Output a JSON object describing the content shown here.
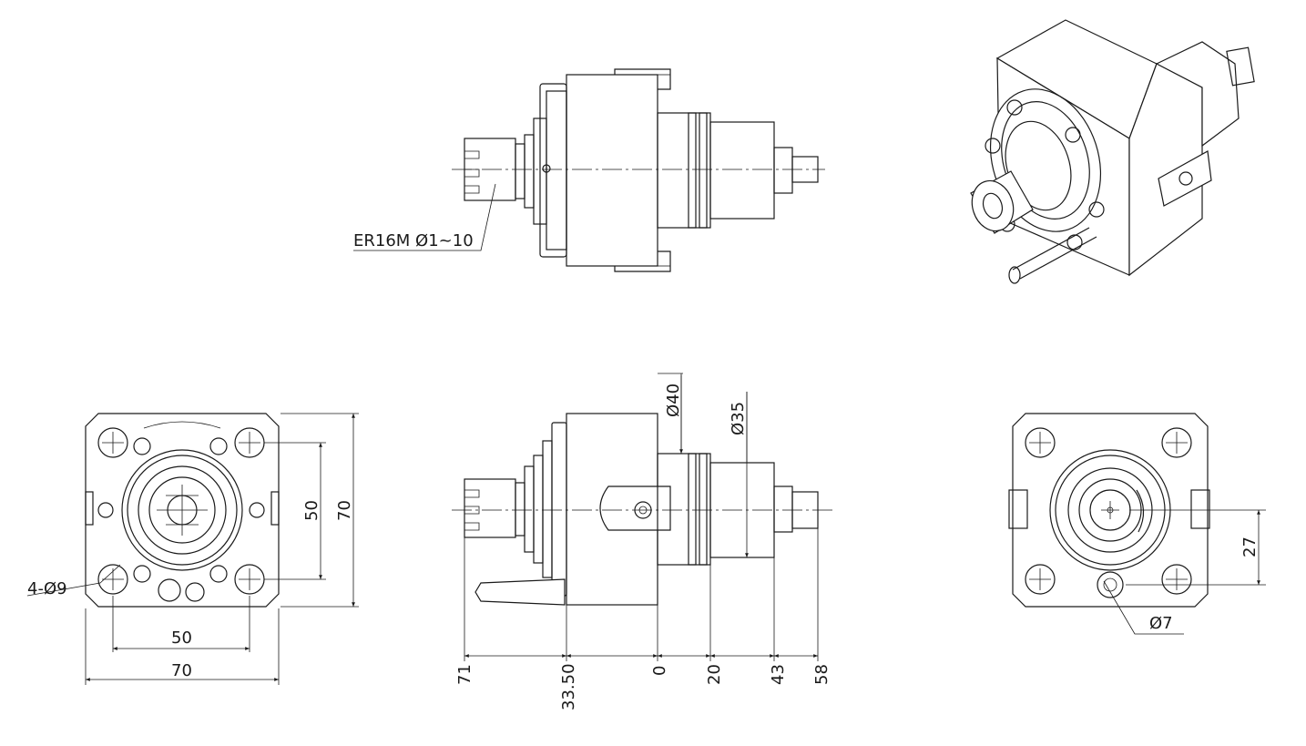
{
  "labels": {
    "collet": "ER16M Ø1~10",
    "bolt_holes": "4-Ø9",
    "dia_40": "Ø40",
    "dia_35": "Ø35",
    "dia_7": "Ø7"
  },
  "front_view": {
    "width": "70",
    "height": "70",
    "hole_spacing_h": "50",
    "hole_spacing_v": "50"
  },
  "side_view": {
    "offsets": [
      "71",
      "33.50",
      "0",
      "20",
      "43",
      "58"
    ]
  },
  "rear_view": {
    "offset": "27"
  }
}
